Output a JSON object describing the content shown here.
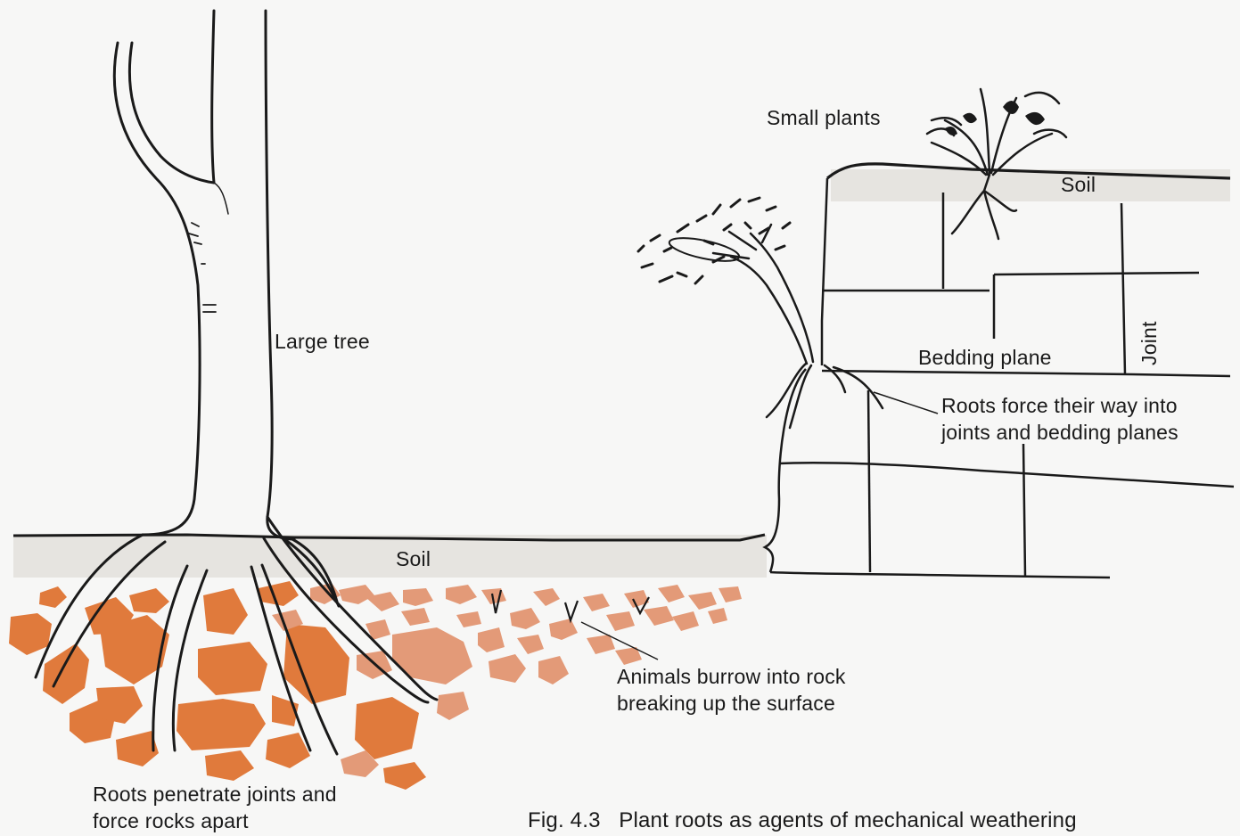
{
  "labels": {
    "large_tree": "Large tree",
    "soil_left": "Soil",
    "small_plants": "Small plants",
    "soil_right": "Soil",
    "joint": "Joint",
    "bedding_plane": "Bedding plane",
    "roots_force_line1": "Roots force their way into",
    "roots_force_line2": "joints and bedding planes",
    "animals_line1": "Animals burrow into rock",
    "animals_line2": "breaking up the surface",
    "roots_penetrate_line1": "Roots penetrate joints and",
    "roots_penetrate_line2": "force rocks apart"
  },
  "caption": {
    "figure_number": "Fig. 4.3",
    "title": "Plant roots as agents of mechanical weathering"
  },
  "colors": {
    "rock_dark": "#e07a3c",
    "rock_light": "#e39a78",
    "soil": "#e6e4e0",
    "line": "#1a1a1a",
    "background": "#f7f7f6"
  }
}
